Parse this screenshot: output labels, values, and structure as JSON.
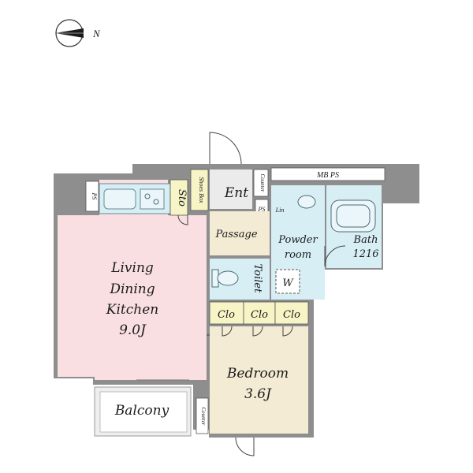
{
  "compass": {
    "label": "N"
  },
  "rooms": {
    "ldk": {
      "line1": "Living",
      "line2": "Dining",
      "line3": "Kitchen",
      "size": "9.0J"
    },
    "bedroom": {
      "name": "Bedroom",
      "size": "3.6J"
    },
    "balcony": "Balcony",
    "entrance": "Ent",
    "passage": "Passage",
    "toilet": "Toilet",
    "powder_room": {
      "line1": "Powder",
      "line2": "room"
    },
    "bath": {
      "name": "Bath",
      "size": "1216"
    },
    "washer": "W",
    "storage": "Sto",
    "shoes_box": "Shoes Box",
    "counter_top": "Counter",
    "counter_bottom": "Counter",
    "mb_ps": "MB PS",
    "ps_left": "PS",
    "ps_right": "PS",
    "linen": "Lin",
    "closets": [
      "Clo",
      "Clo",
      "Clo"
    ]
  },
  "colors": {
    "wall": "#8e8e8e",
    "living": "#f9dfe2",
    "bedroom": "#f3ebd3",
    "wet_area": "#d6eef4",
    "passage": "#f3ebd3",
    "closet": "#f7f4c6",
    "balcony": "#eeeeee"
  }
}
